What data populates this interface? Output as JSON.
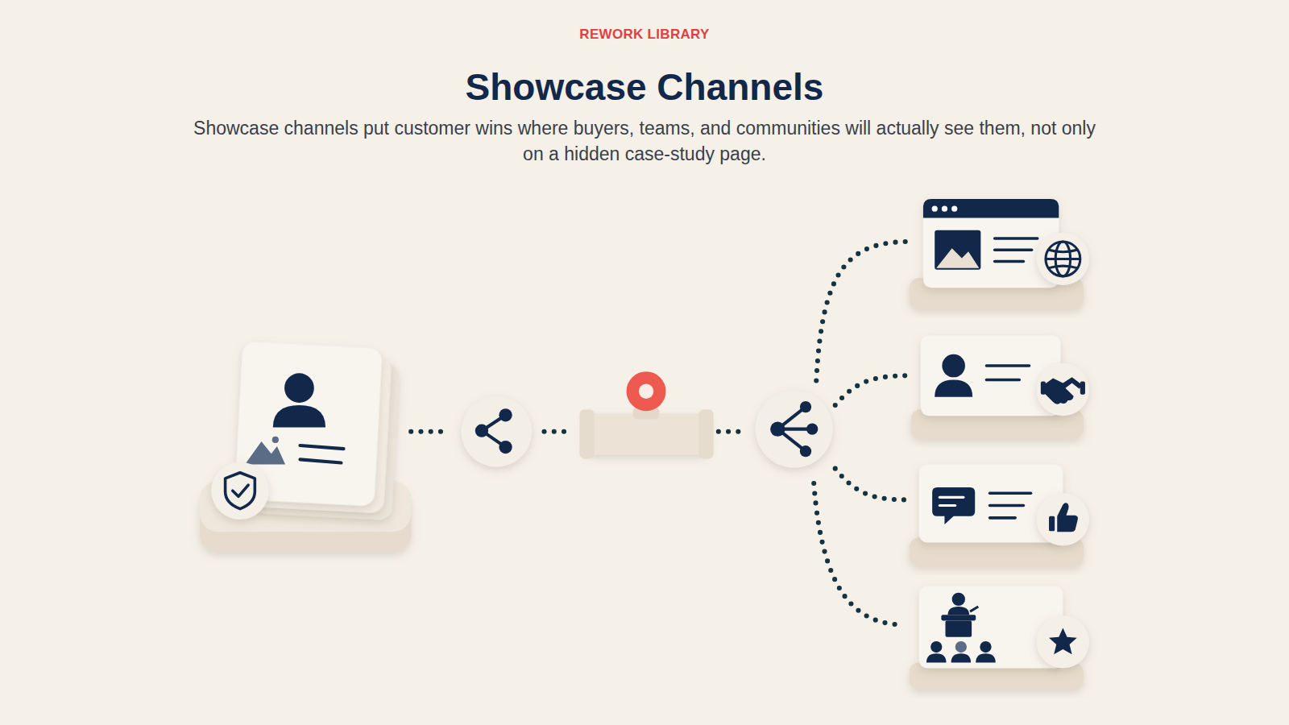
{
  "diagram": {
    "title": "Showcase Channels",
    "caption": "Showcase channels put customer wins where buyers, teams, and communities will actually see them, not only on a hidden case-study page.",
    "labels": [
      "REWORK LIBRARY"
    ]
  }
}
